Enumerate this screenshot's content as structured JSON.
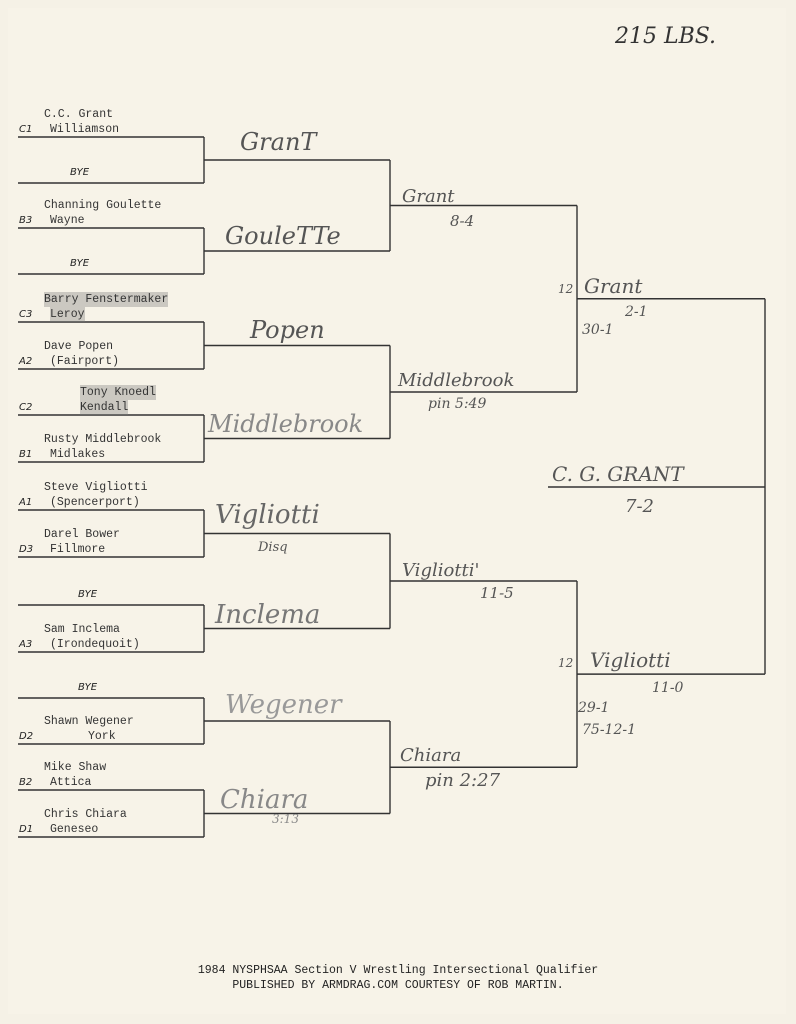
{
  "weight": "215 LBS.",
  "entries": [
    {
      "seed": "C1",
      "name": "C.C. Grant",
      "school": "Williamson"
    },
    {
      "seed": "",
      "name": "BYE",
      "school": ""
    },
    {
      "seed": "B3",
      "name": "Channing Goulette",
      "school": "Wayne"
    },
    {
      "seed": "",
      "name": "BYE",
      "school": ""
    },
    {
      "seed": "C3",
      "name": "Barry Fenstermaker",
      "school": "Leroy"
    },
    {
      "seed": "A2",
      "name": "Dave Popen",
      "school": "(Fairport)"
    },
    {
      "seed": "C2",
      "name": "Tony Knoedl",
      "school": "Kendall"
    },
    {
      "seed": "B1",
      "name": "Rusty Middlebrook",
      "school": "Midlakes"
    },
    {
      "seed": "A1",
      "name": "Steve Vigliotti",
      "school": "(Spencerport)"
    },
    {
      "seed": "D3",
      "name": "Darel Bower",
      "school": "Fillmore"
    },
    {
      "seed": "",
      "name": "BYE",
      "school": ""
    },
    {
      "seed": "A3",
      "name": "Sam Inclema",
      "school": "(Irondequoit)"
    },
    {
      "seed": "",
      "name": "BYE",
      "school": ""
    },
    {
      "seed": "D2",
      "name": "Shawn Wegener",
      "school": "York"
    },
    {
      "seed": "B2",
      "name": "Mike Shaw",
      "school": "Attica"
    },
    {
      "seed": "D1",
      "name": "Chris Chiara",
      "school": "Geneseo"
    }
  ],
  "round1": [
    {
      "w": "GranT"
    },
    {
      "w": "GouleTTe"
    },
    {
      "w": "Popen"
    },
    {
      "w": "Middlebrook"
    },
    {
      "w": "Vigliotti",
      "r": "Disq"
    },
    {
      "w": "Inclema"
    },
    {
      "w": "Wegener"
    },
    {
      "w": "Chiara",
      "r": "3:13"
    }
  ],
  "round2": [
    {
      "w": "Grant",
      "r": "8-4"
    },
    {
      "w": "Middlebrook",
      "r": "pin 5:49"
    },
    {
      "w": "Vigliotti'",
      "r": "11-5"
    },
    {
      "w": "Chiara",
      "r": "pin 2:27"
    }
  ],
  "semis": [
    {
      "grade": "12",
      "w": "Grant",
      "r": "2-1",
      "rec": "30-1"
    },
    {
      "grade": "12",
      "w": "Vigliotti",
      "r": "11-0",
      "rec": "29-1",
      "rec2": "75-12-1"
    }
  ],
  "final": {
    "w": "C. G. GRANT",
    "r": "7-2"
  },
  "footer": {
    "line1": "1984 NYSPHSAA Section V Wrestling Intersectional Qualifier",
    "line2": "PUBLISHED BY ARMDRAG.COM COURTESY OF ROB MARTIN."
  }
}
